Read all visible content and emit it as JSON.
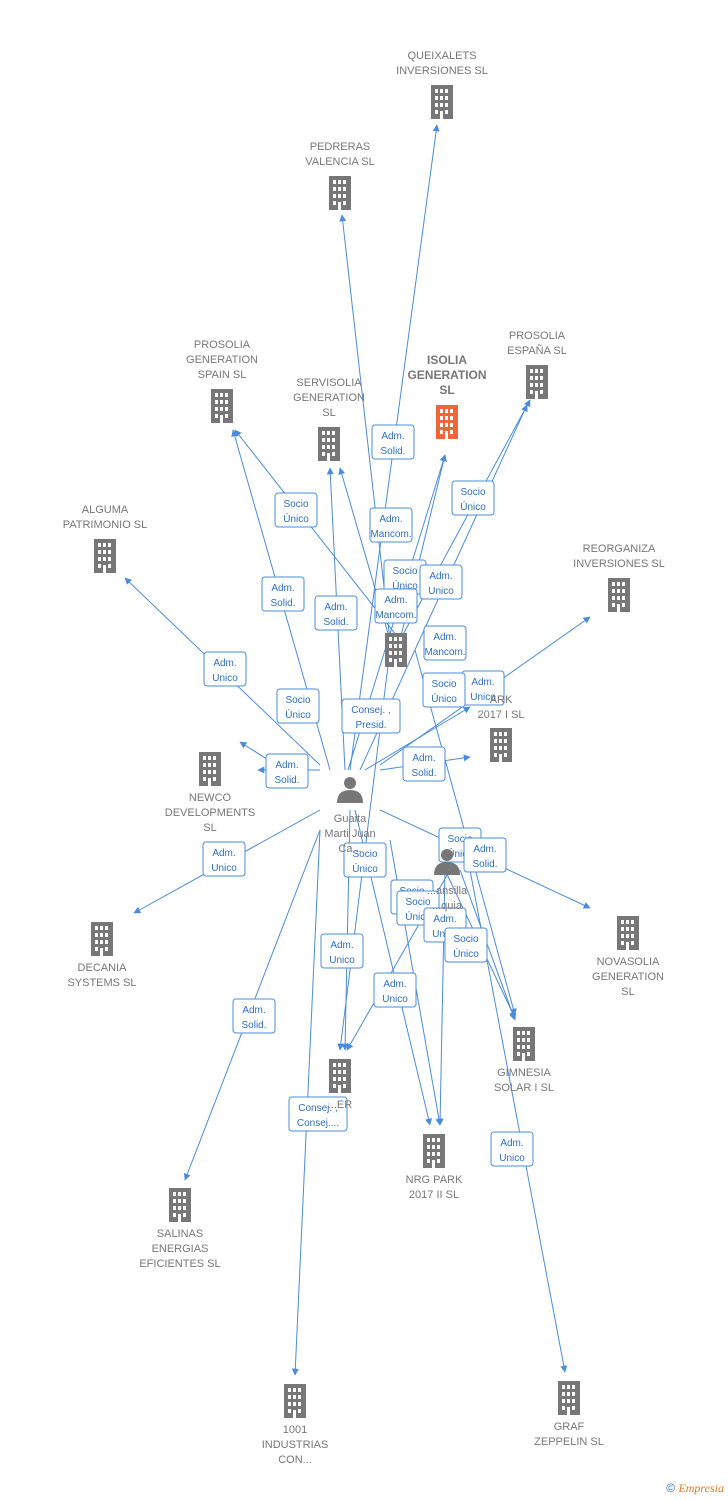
{
  "colors": {
    "edge": "#4a8cdb",
    "building": "#777777",
    "focus_building": "#f0663a",
    "person": "#777777"
  },
  "footer": {
    "copyright": "©",
    "brand": "Empresia"
  },
  "nodes": [
    {
      "id": "queixalets",
      "kind": "company",
      "lines": [
        "QUEIXALETS",
        "INVERSIONES SL"
      ]
    },
    {
      "id": "pedreras",
      "kind": "company",
      "lines": [
        "PEDRERAS",
        "VALENCIA SL"
      ]
    },
    {
      "id": "prosolia_gen",
      "kind": "company",
      "lines": [
        "PROSOLIA",
        "GENERATION",
        "SPAIN  SL"
      ]
    },
    {
      "id": "servisolia",
      "kind": "company",
      "lines": [
        "SERVISOLIA",
        "GENERATION",
        "SL"
      ]
    },
    {
      "id": "isolia",
      "kind": "company",
      "focus": true,
      "lines": [
        "ISOLIA",
        "GENERATION",
        "SL"
      ]
    },
    {
      "id": "prosolia_esp",
      "kind": "company",
      "lines": [
        "PROSOLIA",
        "ESPAÑA  SL"
      ]
    },
    {
      "id": "alguma",
      "kind": "company",
      "lines": [
        "ALGUMA",
        "PATRIMONIO SL"
      ]
    },
    {
      "id": "reorganiza",
      "kind": "company",
      "lines": [
        "REORGANIZA",
        "INVERSIONES SL"
      ]
    },
    {
      "id": "mid",
      "kind": "company",
      "lines": []
    },
    {
      "id": "nrg1",
      "kind": "company",
      "lines": [
        "ARK",
        "2017 I  SL"
      ]
    },
    {
      "id": "newco",
      "kind": "company",
      "lines": [
        "NEWCO",
        "DEVELOPMENTS",
        "SL"
      ]
    },
    {
      "id": "guaita",
      "kind": "person",
      "lines": [
        "Guaita",
        "Marti Juan",
        "Ca..."
      ]
    },
    {
      "id": "ansilla",
      "kind": "person",
      "lines": [
        "...ansilla",
        "...quia"
      ]
    },
    {
      "id": "novasolia",
      "kind": "company",
      "lines": [
        "NOVASOLIA",
        "GENERATION",
        "SL"
      ]
    },
    {
      "id": "decania",
      "kind": "company",
      "lines": [
        "DECANIA",
        "SYSTEMS SL"
      ]
    },
    {
      "id": "gimnesia",
      "kind": "company",
      "lines": [
        "GIMNESIA",
        "SOLAR I  SL"
      ]
    },
    {
      "id": "er",
      "kind": "company",
      "lines": [
        "...ER"
      ]
    },
    {
      "id": "nrg2",
      "kind": "company",
      "lines": [
        "NRG PARK",
        "2017 II  SL"
      ]
    },
    {
      "id": "salinas",
      "kind": "company",
      "lines": [
        "SALINAS",
        "ENERGIAS",
        "EFICIENTES SL"
      ]
    },
    {
      "id": "industrias",
      "kind": "company",
      "lines": [
        "1001",
        "INDUSTRIAS",
        "CON..."
      ]
    },
    {
      "id": "graf",
      "kind": "company",
      "lines": [
        "GRAF",
        "ZEPPELIN SL"
      ]
    }
  ],
  "edge_labels": [
    [
      "Adm.",
      "Solid."
    ],
    [
      "Socio",
      "Único"
    ],
    [
      "Socio",
      "Único"
    ],
    [
      "Adm.",
      "Mancom."
    ],
    [
      "Adm.",
      "Solid."
    ],
    [
      "Socio",
      "Único"
    ],
    [
      "Adm.",
      "Unico"
    ],
    [
      "Adm.",
      "Solid."
    ],
    [
      "Adm.",
      "Mancom."
    ],
    [
      "Adm.",
      "Unico"
    ],
    [
      "Adm.",
      "Mancom."
    ],
    [
      "Socio",
      "Único"
    ],
    [
      "Adm.",
      "Unico"
    ],
    [
      "Socio",
      "Único"
    ],
    [
      "Consej. ,",
      "Presid."
    ],
    [
      "Adm.",
      "Solid."
    ],
    [
      "Adm.",
      "Solid."
    ],
    [
      "Adm.",
      "Unico"
    ],
    [
      "Socio",
      "Único"
    ],
    [
      "Socio",
      "Único"
    ],
    [
      "Adm.",
      "Solid."
    ],
    [
      "Socio",
      "Único"
    ],
    [
      "Socio",
      "Único"
    ],
    [
      "Adm.",
      "Unico"
    ],
    [
      "Socio",
      "Único"
    ],
    [
      "Adm.",
      "Unico"
    ],
    [
      "Adm.",
      "Unico"
    ],
    [
      "Adm.",
      "Solid."
    ],
    [
      "Consej. ,",
      "Consej...."
    ],
    [
      "Adm.",
      "Unico"
    ]
  ]
}
